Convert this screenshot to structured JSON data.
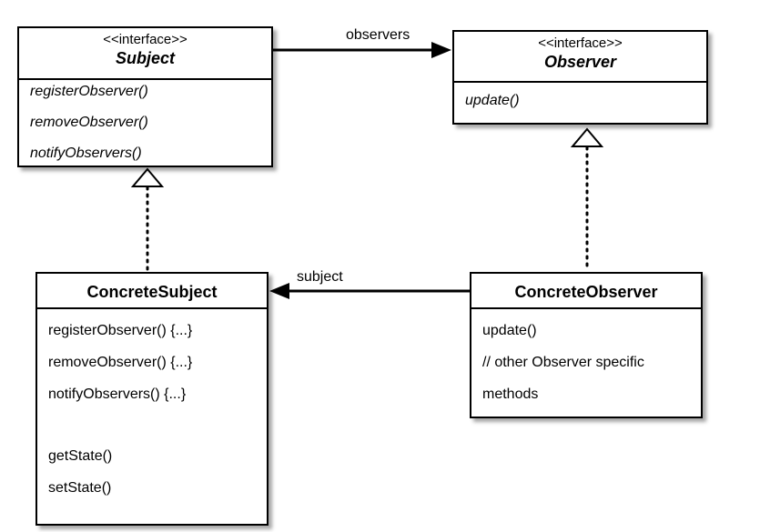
{
  "subject": {
    "stereotype": "<<interface>>",
    "name": "Subject",
    "methods": [
      "registerObserver()",
      "removeObserver()",
      "notifyObservers()"
    ]
  },
  "observer": {
    "stereotype": "<<interface>>",
    "name": "Observer",
    "methods": [
      "update()"
    ]
  },
  "concrete_subject": {
    "name": "ConcreteSubject",
    "methods": [
      "registerObserver() {...}",
      "removeObserver() {...}",
      "notifyObservers() {...}",
      "getState()",
      "setState()"
    ]
  },
  "concrete_observer": {
    "name": "ConcreteObserver",
    "methods": [
      "update()",
      "// other Observer specific",
      "methods"
    ]
  },
  "associations": {
    "observers_label": "observers",
    "subject_label": "subject"
  }
}
